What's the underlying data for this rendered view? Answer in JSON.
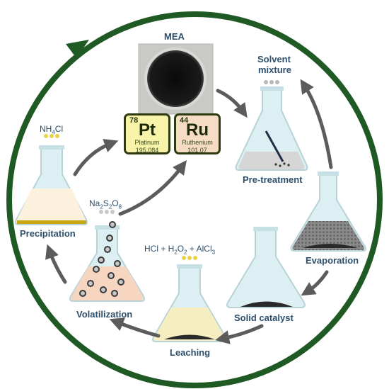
{
  "labels": {
    "mea": "MEA",
    "solvent_line1": "Solvent",
    "solvent_line2": "mixture",
    "pretreatment": "Pre-treatment",
    "evaporation": "Evaporation",
    "solid_catalyst": "Solid catalyst",
    "leaching": "Leaching",
    "volatilization": "Volatilization",
    "precipitation": "Precipitation"
  },
  "reagents": {
    "nh4cl": {
      "a": "NH",
      "b": "4",
      "c": "Cl"
    },
    "na2s2o8": {
      "a": "Na",
      "b": "2",
      "c": "S",
      "d": "2",
      "e": "O",
      "f": "8"
    },
    "leach": {
      "a": "HCl + H",
      "b": "2",
      "c": "O",
      "d": "2",
      "e": " + AlCl",
      "f": "3"
    }
  },
  "elements": [
    {
      "number": "78",
      "symbol": "Pt",
      "name": "Platinum",
      "mass": "195.084"
    },
    {
      "number": "44",
      "symbol": "Ru",
      "name": "Ruthenium",
      "mass": "101.07"
    }
  ],
  "colors": {
    "ring": "#1f5a24",
    "text": "#2d4f6c",
    "arrow": "#5c5c5c",
    "flask_glass": "#dceff2",
    "pt_tile": "#f7f3a8",
    "ru_tile": "#f6dcc4"
  }
}
